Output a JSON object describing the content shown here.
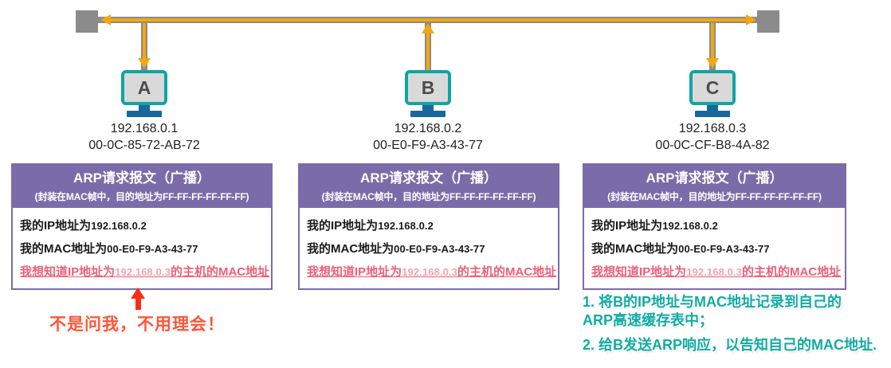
{
  "diagram": {
    "hosts": [
      {
        "name": "A",
        "ip": "192.168.0.1",
        "mac": "00-0C-85-72-AB-72"
      },
      {
        "name": "B",
        "ip": "192.168.0.2",
        "mac": "00-E0-F9-A3-43-77"
      },
      {
        "name": "C",
        "ip": "192.168.0.3",
        "mac": "00-0C-CF-B8-4A-82"
      }
    ],
    "arp_request": {
      "title": "ARP请求报文（广播）",
      "subtitle": "(封装在MAC帧中，目的地址为FF-FF-FF-FF-FF-FF)",
      "ip_line_prefix": "我的IP地址为",
      "ip_line_value": "192.168.0.2",
      "mac_line_prefix": "我的MAC地址为",
      "mac_line_value": "00-E0-F9-A3-43-77",
      "query_prefix": "我想知道IP地址为",
      "query_value": "192.168.0.3",
      "query_suffix": "的主机的MAC地址"
    },
    "annotations": {
      "host_a_note": "不是问我，不用理会！",
      "host_c_note1_line1": "1. 将B的IP地址与MAC地址记录到自己的",
      "host_c_note1_line2": "ARP高速缓存表中；",
      "host_c_note2": "2. 给B发送ARP响应，以告知自己的MAC地址."
    },
    "colors": {
      "bus_gray": "#8b8b8b",
      "bus_yellow": "#f3a712",
      "terminator_gray": "#8b8b8b",
      "monitor_teal": "#0fa5a3",
      "monitor_screen": "#d9d9d9",
      "monitor_stand_blue": "#17689d",
      "box_purple": "#7b6ca9",
      "query_pink": "#ee5f77",
      "query_pink_light": "#f4a2b1",
      "alert_red": "#fb2c16",
      "note_orange_red": "#f9573a",
      "note_teal": "#13aba3"
    }
  }
}
